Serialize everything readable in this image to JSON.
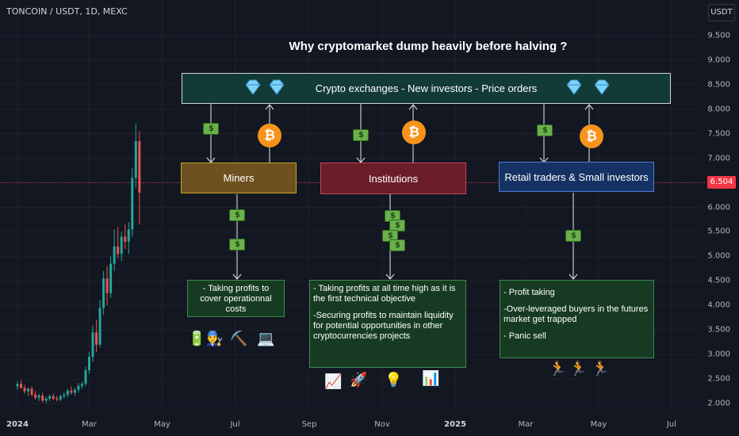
{
  "header": {
    "symbol": "TONCOIN / USDT, 1D, MEXC",
    "currency": "USDT"
  },
  "colors": {
    "background": "#131722",
    "candle_up": "#26a69a",
    "candle_down": "#ef5350",
    "price_line": "#f23645",
    "topbar_bg": "#123a36",
    "miners_bg": "#6d5120",
    "institutions_bg": "#6b1d2a",
    "retail_bg": "#163262",
    "note_bg": "#163b22"
  },
  "chart_data": {
    "type": "candlestick",
    "title": "",
    "y_ticks": [
      "9.500",
      "9.000",
      "8.500",
      "8.000",
      "7.500",
      "7.000",
      "6.500",
      "6.000",
      "5.500",
      "5.000",
      "4.500",
      "4.000",
      "3.500",
      "3.000",
      "2.500",
      "2.000"
    ],
    "ylim": [
      1.85,
      9.75
    ],
    "x_ticks": [
      {
        "label": "2024",
        "date": "2024-01-01",
        "bold": true
      },
      {
        "label": "Mar",
        "date": "2024-03-01",
        "bold": false
      },
      {
        "label": "May",
        "date": "2024-05-01",
        "bold": false
      },
      {
        "label": "Jul",
        "date": "2024-07-01",
        "bold": false
      },
      {
        "label": "Sep",
        "date": "2024-09-01",
        "bold": false
      },
      {
        "label": "Nov",
        "date": "2024-11-01",
        "bold": false
      },
      {
        "label": "2025",
        "date": "2025-01-01",
        "bold": true
      },
      {
        "label": "Mar",
        "date": "2025-03-01",
        "bold": false
      },
      {
        "label": "May",
        "date": "2025-05-01",
        "bold": false
      },
      {
        "label": "Jul",
        "date": "2025-07-01",
        "bold": false
      }
    ],
    "last_price": 6.504,
    "last_price_label": "6.504",
    "ohlc": [
      [
        "2024-01-01",
        2.35,
        2.45,
        2.28,
        2.4
      ],
      [
        "2024-01-04",
        2.4,
        2.48,
        2.3,
        2.32
      ],
      [
        "2024-01-07",
        2.32,
        2.38,
        2.2,
        2.25
      ],
      [
        "2024-01-10",
        2.25,
        2.33,
        2.15,
        2.3
      ],
      [
        "2024-01-13",
        2.3,
        2.35,
        2.15,
        2.18
      ],
      [
        "2024-01-16",
        2.18,
        2.25,
        2.08,
        2.12
      ],
      [
        "2024-01-19",
        2.12,
        2.2,
        2.05,
        2.16
      ],
      [
        "2024-01-22",
        2.16,
        2.22,
        2.02,
        2.06
      ],
      [
        "2024-01-25",
        2.06,
        2.14,
        2.0,
        2.1
      ],
      [
        "2024-01-28",
        2.1,
        2.18,
        2.05,
        2.15
      ],
      [
        "2024-01-31",
        2.15,
        2.2,
        2.07,
        2.1
      ],
      [
        "2024-02-03",
        2.1,
        2.16,
        2.04,
        2.08
      ],
      [
        "2024-02-06",
        2.08,
        2.18,
        2.05,
        2.15
      ],
      [
        "2024-02-09",
        2.15,
        2.22,
        2.1,
        2.18
      ],
      [
        "2024-02-12",
        2.18,
        2.3,
        2.12,
        2.26
      ],
      [
        "2024-02-15",
        2.26,
        2.35,
        2.18,
        2.22
      ],
      [
        "2024-02-18",
        2.22,
        2.32,
        2.16,
        2.28
      ],
      [
        "2024-02-21",
        2.28,
        2.42,
        2.22,
        2.36
      ],
      [
        "2024-02-24",
        2.36,
        2.45,
        2.3,
        2.4
      ],
      [
        "2024-02-27",
        2.4,
        2.75,
        2.35,
        2.68
      ],
      [
        "2024-03-01",
        2.68,
        3.05,
        2.6,
        2.95
      ],
      [
        "2024-03-04",
        2.95,
        3.6,
        2.85,
        3.45
      ],
      [
        "2024-03-07",
        3.45,
        3.7,
        3.05,
        3.2
      ],
      [
        "2024-03-10",
        3.2,
        4.1,
        3.15,
        3.95
      ],
      [
        "2024-03-13",
        3.95,
        4.7,
        3.8,
        4.55
      ],
      [
        "2024-03-16",
        4.55,
        4.8,
        4.0,
        4.25
      ],
      [
        "2024-03-19",
        4.25,
        5.0,
        4.15,
        4.85
      ],
      [
        "2024-03-22",
        4.85,
        5.55,
        4.7,
        5.2
      ],
      [
        "2024-03-25",
        5.2,
        5.6,
        4.95,
        5.05
      ],
      [
        "2024-03-28",
        5.05,
        5.5,
        4.9,
        5.4
      ],
      [
        "2024-03-31",
        5.4,
        5.65,
        5.15,
        5.3
      ],
      [
        "2024-04-03",
        5.3,
        5.7,
        5.05,
        5.55
      ],
      [
        "2024-04-06",
        5.55,
        6.8,
        5.4,
        6.6
      ],
      [
        "2024-04-09",
        6.6,
        7.7,
        6.4,
        7.35
      ],
      [
        "2024-04-12",
        7.35,
        7.55,
        5.65,
        6.3
      ]
    ]
  },
  "annotation": {
    "title": "Why cryptomarket dump heavily before halving ?",
    "topbar": "Crypto exchanges - New investors - Price orders",
    "boxes": {
      "miners": "Miners",
      "institutions": "Institutions",
      "retail": "Retail traders & Small investors"
    },
    "notes": {
      "miners": [
        "- Taking profits to cover operationnal costs"
      ],
      "institutions": [
        "- Taking profits at all time high as it is the first technical objective",
        "-Securing profits to maintain liquidity for potential opportunities in other cryptocurrencies projects"
      ],
      "retail": [
        "- Profit taking",
        "-Over-leveraged buyers in the futures market get trapped",
        "- Panic sell"
      ]
    },
    "icons": {
      "bitcoin": "₿",
      "miners_row": [
        "🔋",
        "👨‍🔧",
        "⛏️",
        "💻"
      ],
      "institutions_row": [
        "📈",
        "🚀",
        "💡",
        "📊"
      ],
      "retail_row": [
        "🏃",
        "🏃",
        "🏃"
      ]
    }
  }
}
